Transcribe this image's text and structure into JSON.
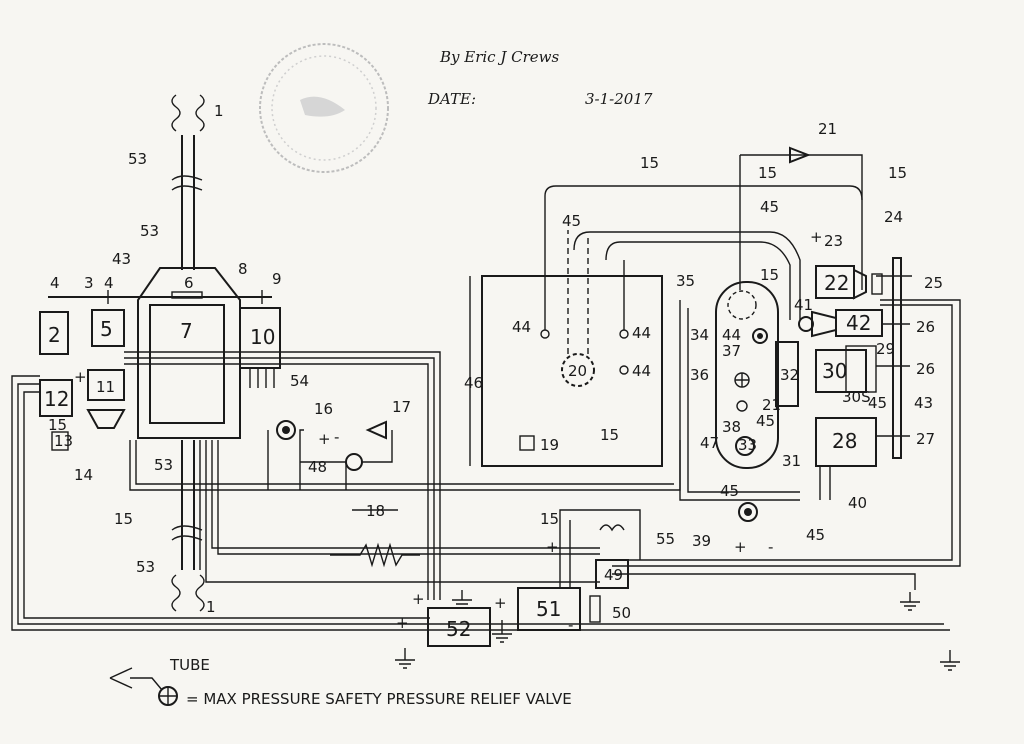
{
  "header": {
    "author": "By Eric J Crews",
    "date_label": "DATE:",
    "date_value": "3-1-2017"
  },
  "legend": {
    "tube_label": "TUBE",
    "valve_label": "= MAX PRESSURE SAFETY PRESSURE RELIEF VALVE"
  },
  "components": {
    "c1": "1",
    "c2": "2",
    "c3": "3",
    "c4": "4",
    "c5": "5",
    "c6": "6",
    "c7": "7",
    "c8": "8",
    "c9": "9",
    "c10": "10",
    "c11": "11",
    "c12": "12",
    "c13": "13",
    "c14": "14",
    "c15": "15",
    "c16": "16",
    "c17": "17",
    "c18": "18",
    "c19": "19",
    "c20": "20",
    "c21": "21",
    "c22": "22",
    "c23": "23",
    "c24": "24",
    "c25": "25",
    "c26": "26",
    "c27": "27",
    "c28": "28",
    "c29": "29",
    "c30": "30",
    "c30s": "30S",
    "c31": "31",
    "c32": "32",
    "c33": "33",
    "c34": "34",
    "c35": "35",
    "c36": "36",
    "c37": "37",
    "c38": "38",
    "c39": "39",
    "c40": "40",
    "c41": "41",
    "c42": "42",
    "c43": "43",
    "c44": "44",
    "c45": "45",
    "c46": "46",
    "c47": "47",
    "c48": "48",
    "c49": "49",
    "c50": "50",
    "c51": "51",
    "c52": "52",
    "c53": "53",
    "c54": "54",
    "c55": "55"
  },
  "polarity": {
    "plus": "+",
    "minus": "-"
  }
}
